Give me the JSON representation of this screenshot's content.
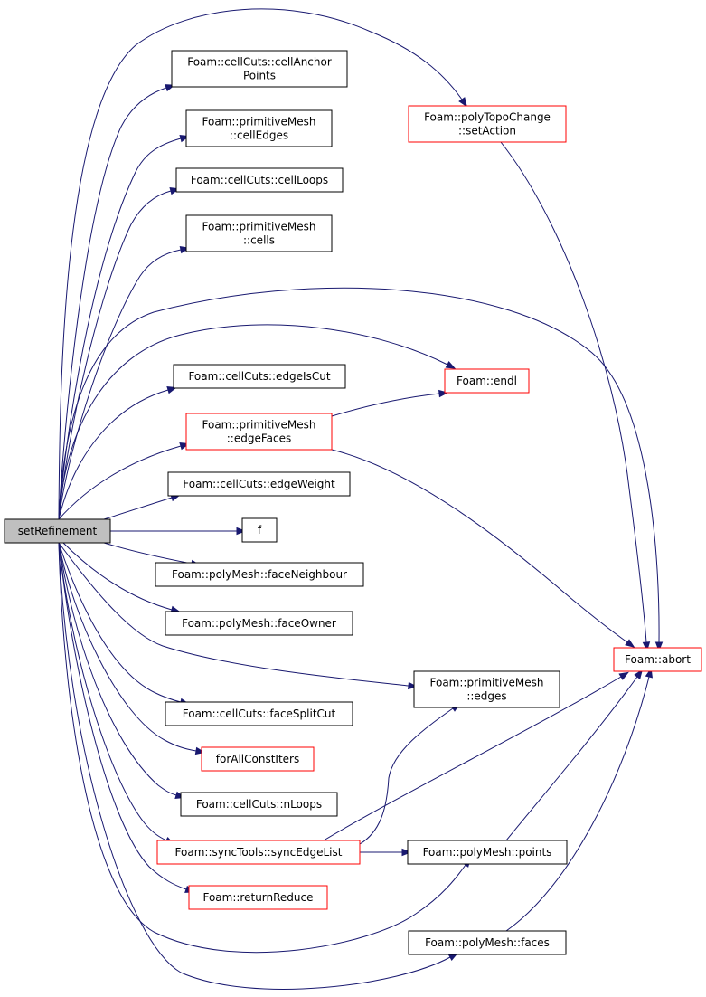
{
  "colors": {
    "edge": "#191970",
    "box_default": "#000000",
    "box_truncated": "#ff0000",
    "root_fill": "#bfbfbf",
    "fill": "#ffffff"
  },
  "nodes": {
    "setRefinement": {
      "lines": [
        "setRefinement"
      ],
      "kind": "root"
    },
    "cellAnchorPoints": {
      "lines": [
        "Foam::cellCuts::cellAnchor",
        "Points"
      ],
      "kind": "default"
    },
    "cellEdges": {
      "lines": [
        "Foam::primitiveMesh",
        "::cellEdges"
      ],
      "kind": "default"
    },
    "cellLoops": {
      "lines": [
        "Foam::cellCuts::cellLoops"
      ],
      "kind": "default"
    },
    "cells": {
      "lines": [
        "Foam::primitiveMesh",
        "::cells"
      ],
      "kind": "default"
    },
    "setAction": {
      "lines": [
        "Foam::polyTopoChange",
        "::setAction"
      ],
      "kind": "truncated"
    },
    "edgeIsCut": {
      "lines": [
        "Foam::cellCuts::edgeIsCut"
      ],
      "kind": "default"
    },
    "endl": {
      "lines": [
        "Foam::endl"
      ],
      "kind": "truncated"
    },
    "edgeFaces": {
      "lines": [
        "Foam::primitiveMesh",
        "::edgeFaces"
      ],
      "kind": "truncated"
    },
    "edgeWeight": {
      "lines": [
        "Foam::cellCuts::edgeWeight"
      ],
      "kind": "default"
    },
    "f": {
      "lines": [
        "f"
      ],
      "kind": "default"
    },
    "faceNeighbour": {
      "lines": [
        "Foam::polyMesh::faceNeighbour"
      ],
      "kind": "default"
    },
    "faceOwner": {
      "lines": [
        "Foam::polyMesh::faceOwner"
      ],
      "kind": "default"
    },
    "abort": {
      "lines": [
        "Foam::abort"
      ],
      "kind": "truncated"
    },
    "edges": {
      "lines": [
        "Foam::primitiveMesh",
        "::edges"
      ],
      "kind": "default"
    },
    "faceSplitCut": {
      "lines": [
        "Foam::cellCuts::faceSplitCut"
      ],
      "kind": "default"
    },
    "forAllConstIters": {
      "lines": [
        "forAllConstIters"
      ],
      "kind": "truncated"
    },
    "nLoops": {
      "lines": [
        "Foam::cellCuts::nLoops"
      ],
      "kind": "default"
    },
    "syncEdgeList": {
      "lines": [
        "Foam::syncTools::syncEdgeList"
      ],
      "kind": "truncated"
    },
    "points": {
      "lines": [
        "Foam::polyMesh::points"
      ],
      "kind": "default"
    },
    "returnReduce": {
      "lines": [
        "Foam::returnReduce"
      ],
      "kind": "truncated"
    },
    "faces": {
      "lines": [
        "Foam::polyMesh::faces"
      ],
      "kind": "default"
    }
  },
  "edges": [
    [
      "setRefinement",
      "cellAnchorPoints"
    ],
    [
      "setRefinement",
      "cellEdges"
    ],
    [
      "setRefinement",
      "cellLoops"
    ],
    [
      "setRefinement",
      "cells"
    ],
    [
      "setRefinement",
      "setAction"
    ],
    [
      "setRefinement",
      "abort"
    ],
    [
      "setRefinement",
      "endl"
    ],
    [
      "setRefinement",
      "edgeIsCut"
    ],
    [
      "setRefinement",
      "edgeFaces"
    ],
    [
      "setRefinement",
      "edgeWeight"
    ],
    [
      "setRefinement",
      "f"
    ],
    [
      "setRefinement",
      "faceNeighbour"
    ],
    [
      "setRefinement",
      "faceOwner"
    ],
    [
      "setRefinement",
      "edges"
    ],
    [
      "setRefinement",
      "faceSplitCut"
    ],
    [
      "setRefinement",
      "forAllConstIters"
    ],
    [
      "setRefinement",
      "nLoops"
    ],
    [
      "setRefinement",
      "syncEdgeList"
    ],
    [
      "setRefinement",
      "returnReduce"
    ],
    [
      "setRefinement",
      "points"
    ],
    [
      "setRefinement",
      "faces"
    ],
    [
      "setAction",
      "abort"
    ],
    [
      "edgeFaces",
      "endl"
    ],
    [
      "edgeFaces",
      "abort"
    ],
    [
      "syncEdgeList",
      "edges"
    ],
    [
      "syncEdgeList",
      "abort"
    ],
    [
      "syncEdgeList",
      "points"
    ],
    [
      "points",
      "abort"
    ],
    [
      "faces",
      "abort"
    ]
  ]
}
